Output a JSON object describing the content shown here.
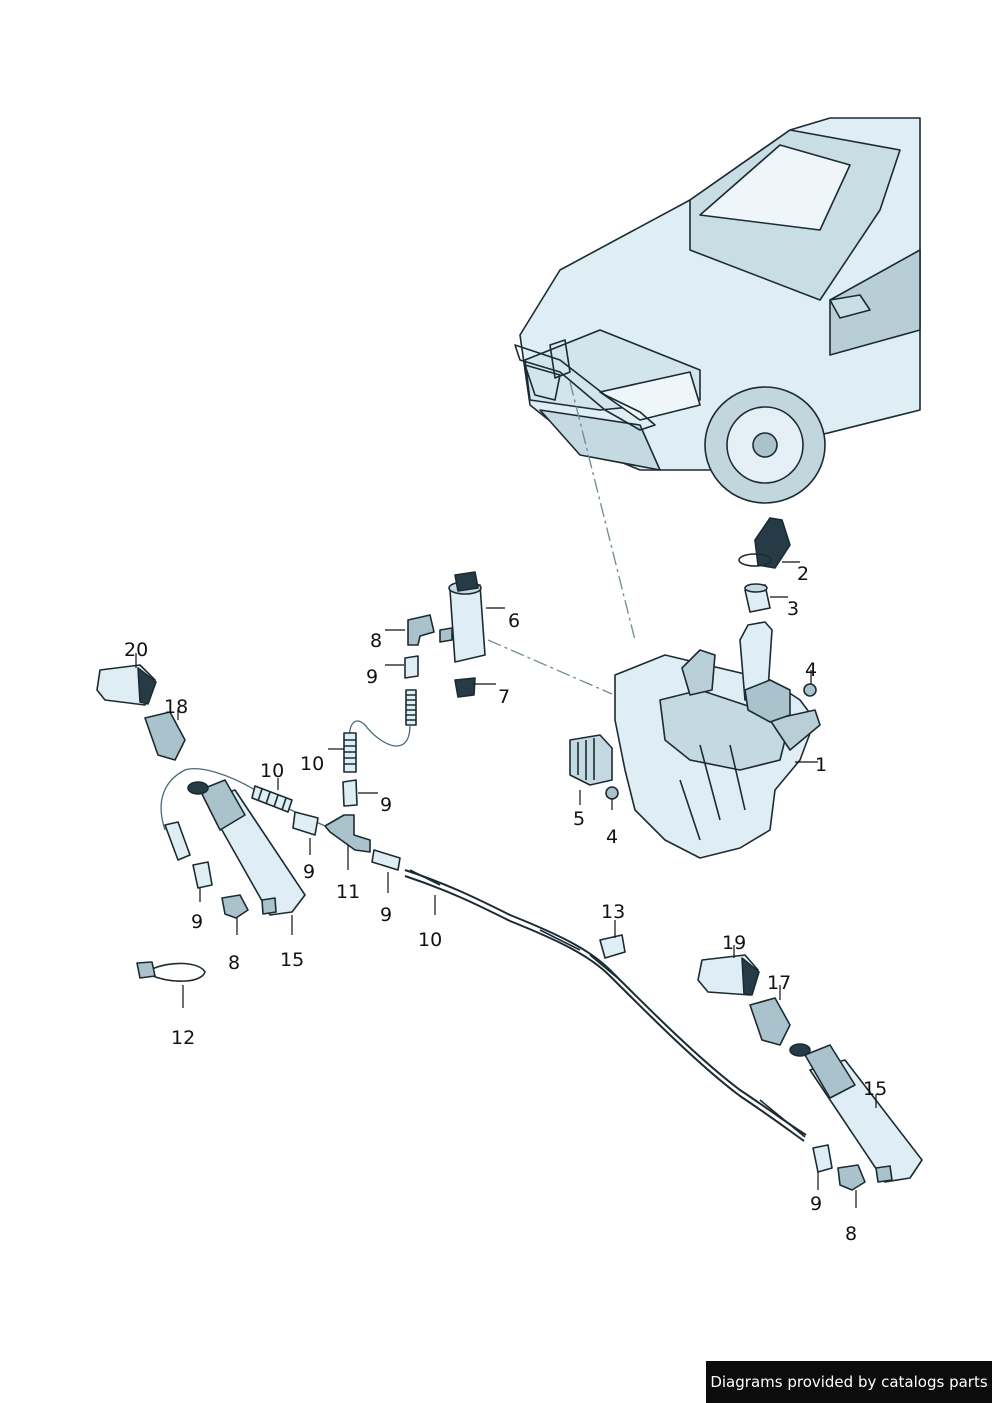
{
  "callouts": {
    "c1": "1",
    "c2": "2",
    "c3": "3",
    "c4a": "4",
    "c4b": "4",
    "c5": "5",
    "c6": "6",
    "c7": "7",
    "c8a": "8",
    "c8b": "8",
    "c8c": "8",
    "c9a": "9",
    "c9b": "9",
    "c9c": "9",
    "c9d": "9",
    "c9e": "9",
    "c9f": "9",
    "c10a": "10",
    "c10b": "10",
    "c10c": "10",
    "c11": "11",
    "c12": "12",
    "c13": "13",
    "c15a": "15",
    "c15b": "15",
    "c17": "17",
    "c18": "18",
    "c19": "19",
    "c20": "20"
  },
  "footer": {
    "credit": "Diagrams provided by catalogs parts"
  },
  "colors": {
    "line": "#1c2b33",
    "tint": "#dfeef4",
    "shade": "#a9c2cc",
    "banner": "#0c0c0c"
  }
}
